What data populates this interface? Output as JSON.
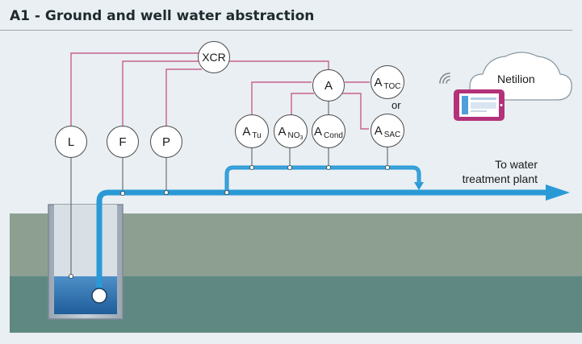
{
  "header": {
    "title": "A1 - Ground and well water abstraction"
  },
  "instruments": {
    "xcr": "XCR",
    "level": "L",
    "flow": "F",
    "pressure": "P",
    "analyzer": "A",
    "turbidity": {
      "main": "A",
      "sub": "Tu"
    },
    "nitrate": {
      "main": "A",
      "sub": "NO",
      "sub2": "3"
    },
    "conductivity": {
      "main": "A",
      "sub": "Cond"
    },
    "toc": {
      "main": "A",
      "sub": "TOC"
    },
    "sac": {
      "main": "A",
      "sub": "SAC"
    }
  },
  "labels": {
    "or": "or",
    "destination_line1": "To water",
    "destination_line2": "treatment plant",
    "cloud": "Netilion"
  },
  "colors": {
    "background": "#e9eff2",
    "signal_line": "#c2467f",
    "pipe": "#2a9ad6",
    "ground_top": "#8c9f91",
    "ground_bottom": "#5f8882",
    "tablet": "#b3327a"
  }
}
